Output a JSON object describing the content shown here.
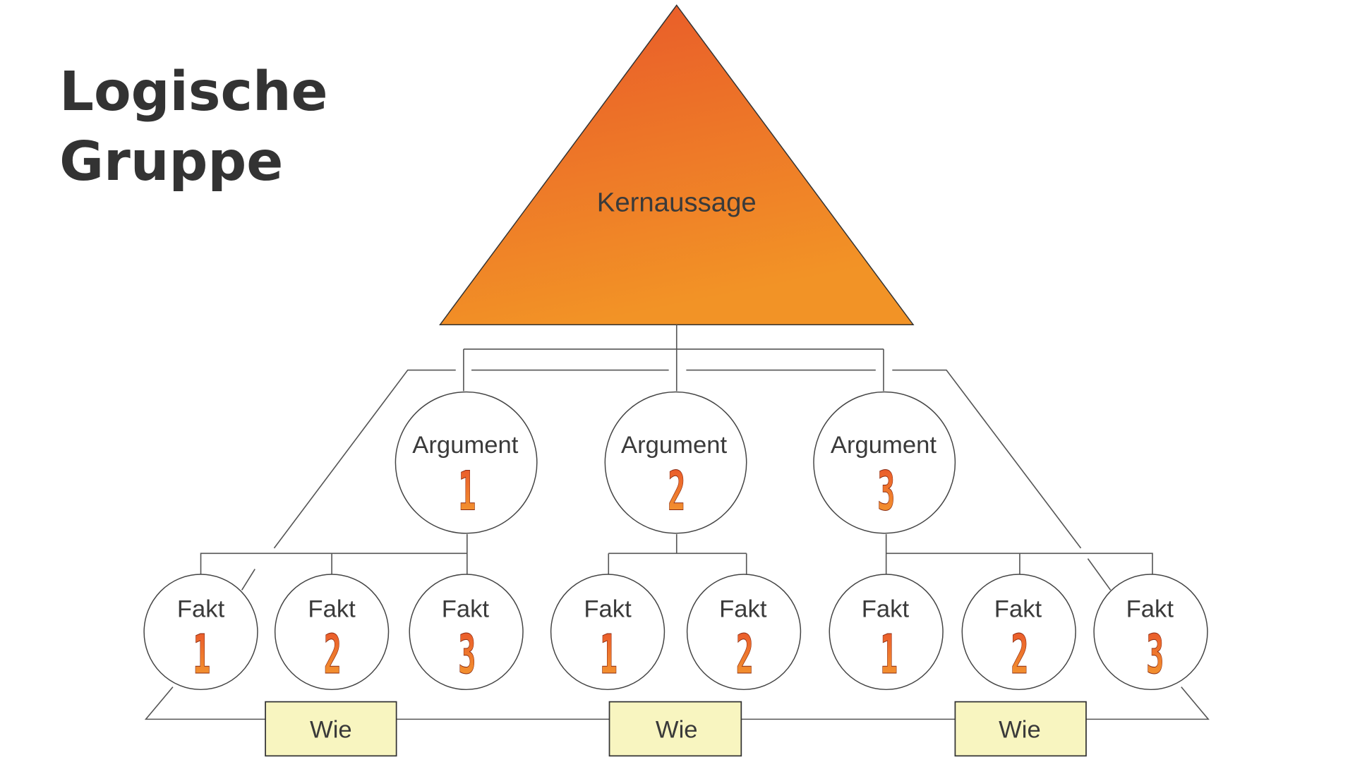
{
  "title": {
    "line1": "Logische",
    "line2": "Gruppe"
  },
  "core": {
    "label": "Kernaussage"
  },
  "arguments": [
    {
      "label": "Argument",
      "number": "1"
    },
    {
      "label": "Argument",
      "number": "2"
    },
    {
      "label": "Argument",
      "number": "3"
    }
  ],
  "facts": [
    {
      "label": "Fakt",
      "number": "1"
    },
    {
      "label": "Fakt",
      "number": "2"
    },
    {
      "label": "Fakt",
      "number": "3"
    },
    {
      "label": "Fakt",
      "number": "1"
    },
    {
      "label": "Fakt",
      "number": "2"
    },
    {
      "label": "Fakt",
      "number": "1"
    },
    {
      "label": "Fakt",
      "number": "2"
    },
    {
      "label": "Fakt",
      "number": "3"
    }
  ],
  "how_boxes": [
    "Wie",
    "Wie",
    "Wie"
  ],
  "colors": {
    "triangle_top": "#e8572a",
    "triangle_bottom": "#f29326",
    "how_box": "#f8f5c0",
    "text": "#333333"
  }
}
